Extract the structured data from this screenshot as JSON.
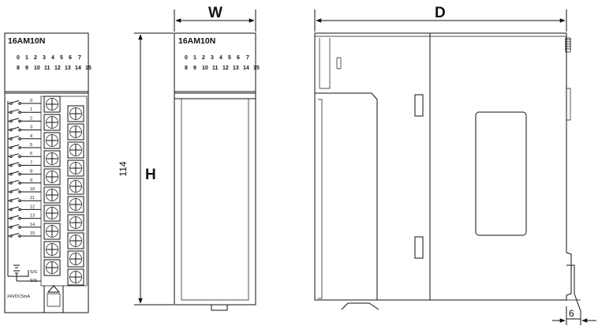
{
  "dimensions": {
    "width_label": "W",
    "height_label": "H",
    "depth_label": "D",
    "height_value": "114",
    "rail_value": "6"
  },
  "module": {
    "model": "16AM10N",
    "led_row1": [
      "0",
      "1",
      "2",
      "3",
      "4",
      "5",
      "6",
      "7"
    ],
    "led_row2": [
      "8",
      "9",
      "10",
      "11",
      "12",
      "13",
      "14",
      "15"
    ],
    "channels": [
      "0",
      "1",
      "2",
      "3",
      "4",
      "5",
      "6",
      "7",
      "8",
      "9",
      "10",
      "11",
      "12",
      "13",
      "14",
      "15"
    ],
    "ss_labels": [
      "S/S",
      "S/S"
    ],
    "supply_label": "24VDC5mA"
  }
}
